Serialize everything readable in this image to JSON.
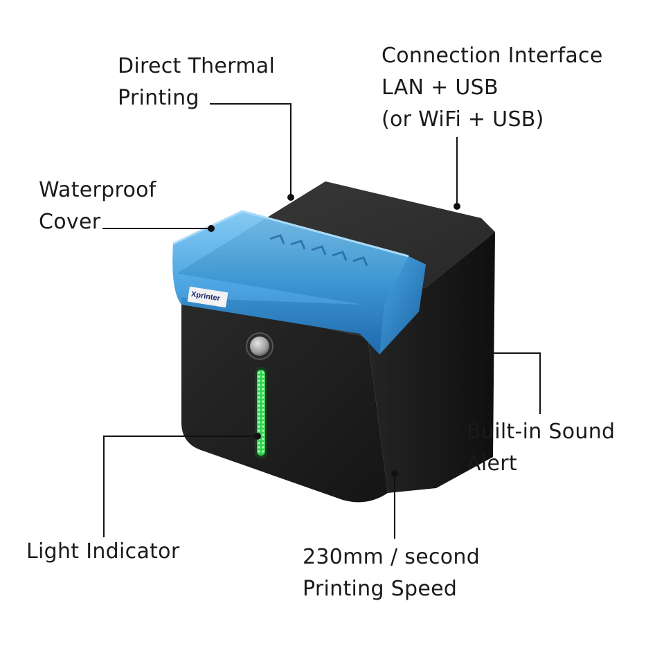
{
  "colors": {
    "background": "#ffffff",
    "text": "#1a1a1a",
    "printer_body": "#1e1e1e",
    "cover_blue": "#3a9bdc",
    "led_green": "#39e25a",
    "callout_line": "#111111"
  },
  "product": {
    "brand_label": "Xprinter"
  },
  "callouts": {
    "thermal": {
      "lines": [
        "Direct Thermal",
        "Printing"
      ]
    },
    "interface": {
      "lines": [
        "Connection Interface",
        "LAN + USB",
        "(or WiFi + USB)"
      ]
    },
    "cover": {
      "lines": [
        "Waterproof",
        "Cover"
      ]
    },
    "sound": {
      "lines": [
        "Built-in Sound",
        "Alert"
      ]
    },
    "light": {
      "lines": [
        "Light Indicator"
      ]
    },
    "speed": {
      "lines": [
        "230mm / second",
        "Printing Speed"
      ]
    }
  },
  "icons": {
    "power_button": "power-button-icon",
    "led_strip": "led-indicator-icon"
  }
}
